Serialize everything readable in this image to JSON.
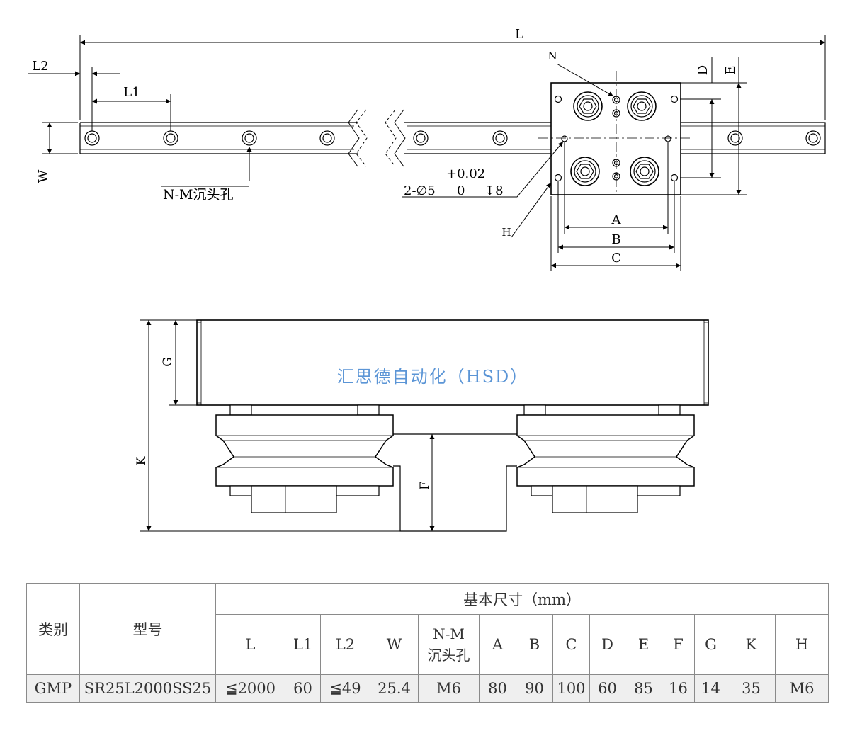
{
  "drawing": {
    "top_view": {
      "L": "L",
      "L1": "L1",
      "L2": "L2",
      "W": "W",
      "N": "N",
      "D": "D",
      "E": "E",
      "A": "A",
      "B": "B",
      "C": "C",
      "H": "H",
      "nm_callout": "N-M沉头孔",
      "pin_hole_prefix": "2-∅5",
      "pin_hole_tol_upper": "+0.02",
      "pin_hole_tol_lower": "0",
      "pin_hole_depth": "↧8"
    },
    "side_view": {
      "G": "G",
      "K": "K",
      "F": "F",
      "watermark": "汇思德自动化（HSD）",
      "watermark_color": "#5b95d6"
    }
  },
  "table": {
    "col_category": "类别",
    "col_model": "型号",
    "group_header": "基本尺寸（mm）",
    "dim_headers": [
      "L",
      "L1",
      "L2",
      "W",
      "N-M",
      "A",
      "B",
      "C",
      "D",
      "E",
      "F",
      "G",
      "K",
      "H"
    ],
    "nm_header_line2": "沉头孔",
    "row": {
      "category": "GMP",
      "model": "SR25L2000SS25",
      "values": [
        "≦2000",
        "60",
        "≦49",
        "25.4",
        "M6",
        "80",
        "90",
        "100",
        "60",
        "85",
        "16",
        "14",
        "35",
        "M6"
      ]
    }
  }
}
